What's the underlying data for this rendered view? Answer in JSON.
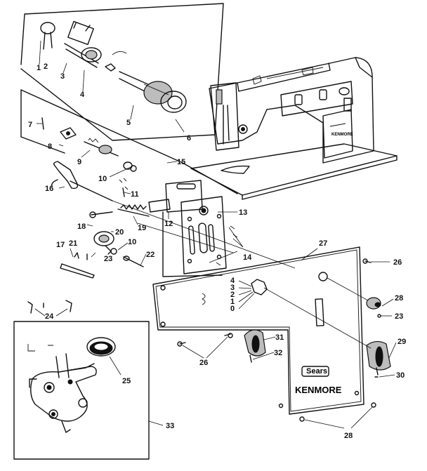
{
  "labels": {
    "p1": "1",
    "p2": "2",
    "p3": "3",
    "p4": "4",
    "p5": "5",
    "p6": "6",
    "p7": "7",
    "p8": "8",
    "p9": "9",
    "p10a": "10",
    "p10b": "10",
    "p11": "11",
    "p12": "12",
    "p13": "13",
    "p14": "14",
    "p15": "15",
    "p16": "16",
    "p18": "18",
    "p19": "19",
    "p20": "20",
    "p21": "21",
    "p22": "22",
    "p23a": "23",
    "p23b": "23",
    "p24": "24",
    "p25": "25",
    "p26a": "26",
    "p26b": "26",
    "p27": "27",
    "p28a": "28",
    "p28b": "28",
    "p29": "29",
    "p30": "30",
    "p31": "31",
    "p32": "32",
    "p33": "33"
  },
  "faceplate": {
    "brand_top": "Sears",
    "brand_bottom": "KENMORE"
  },
  "machine_badge": "KENMORE",
  "dial_marks": [
    "4",
    "3",
    "2",
    "1",
    "0"
  ]
}
